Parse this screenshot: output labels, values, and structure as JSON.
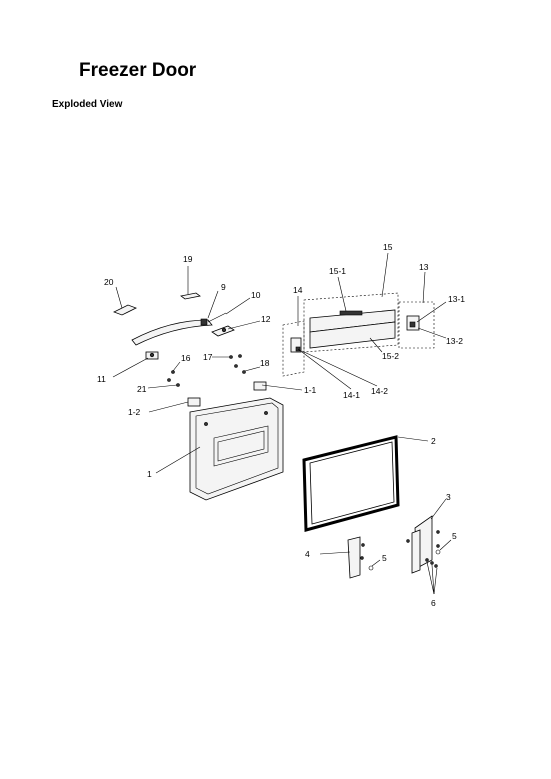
{
  "header": {
    "title": "Freezer Door",
    "subtitle": "Exploded View"
  },
  "callouts": {
    "c1": "1",
    "c1_1": "1-1",
    "c1_2": "1-2",
    "c2": "2",
    "c3": "3",
    "c4": "4",
    "c5a": "5",
    "c5b": "5",
    "c6": "6",
    "c9": "9",
    "c10": "10",
    "c11": "11",
    "c12": "12",
    "c13": "13",
    "c13_1": "13-1",
    "c13_2": "13-2",
    "c14": "14",
    "c14_1": "14-1",
    "c14_2": "14-2",
    "c15": "15",
    "c15_1": "15-1",
    "c15_2": "15-2",
    "c16": "16",
    "c17": "17",
    "c18": "18",
    "c19": "19",
    "c20": "20",
    "c21": "21"
  }
}
